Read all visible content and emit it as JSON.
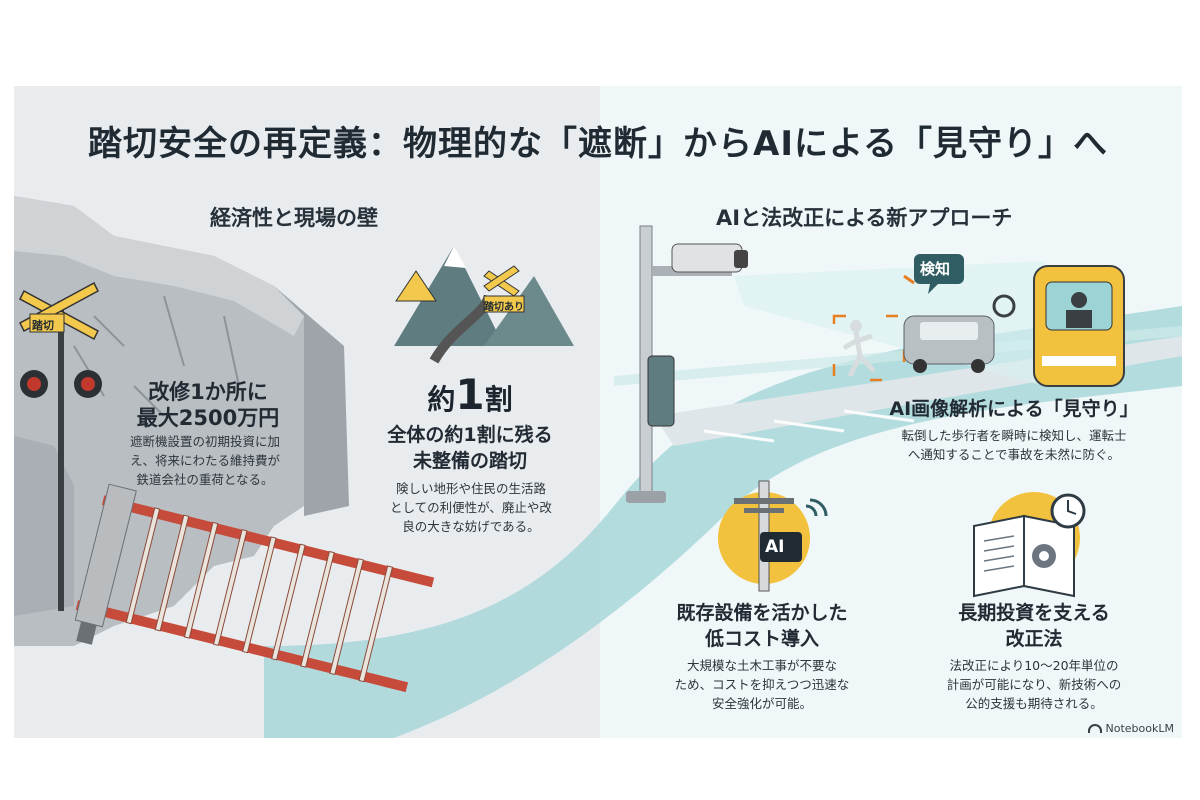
{
  "title": "踏切安全の再定義：物理的な「遮断」からAIによる「見守り」へ",
  "left": {
    "heading": "経済性と現場の壁",
    "cost": {
      "line1": "改修1か所に",
      "line2": "最大2500万円",
      "body": [
        "遮断機設置の初期投資に加",
        "え、将来にわたる維持費が",
        "鉄道会社の重荷となる。"
      ]
    },
    "ratio": {
      "prefix": "約",
      "number": "1",
      "suffix": "割",
      "line1": "全体の約1割に残る",
      "line2": "未整備の踏切",
      "body": [
        "険しい地形や住民の生活路",
        "としての利便性が、廃止や改",
        "良の大きな妨げである。"
      ]
    },
    "crossing_sign_label": "踏切",
    "road_sign_label": "踏切あり"
  },
  "right": {
    "heading": "AIと法改正による新アプローチ",
    "detect_label": "検知",
    "ai_watch": {
      "title": "AI画像解析による「見守り」",
      "body": [
        "転倒した歩行者を瞬時に検知し、運転士",
        "へ通知することで事故を未然に防ぐ。"
      ]
    },
    "low_cost": {
      "badge": "AI",
      "line1": "既存設備を活かした",
      "line2": "低コスト導入",
      "body": [
        "大規模な土木工事が不要な",
        "ため、コストを抑えつつ迅速な",
        "安全強化が可能。"
      ]
    },
    "law": {
      "line1": "長期投資を支える",
      "line2": "改正法",
      "body": [
        "法改正により10〜20年単位の",
        "計画が可能になり、新技術への",
        "公的支援も期待される。"
      ]
    }
  },
  "footer": {
    "brand": "NotebookLM"
  }
}
